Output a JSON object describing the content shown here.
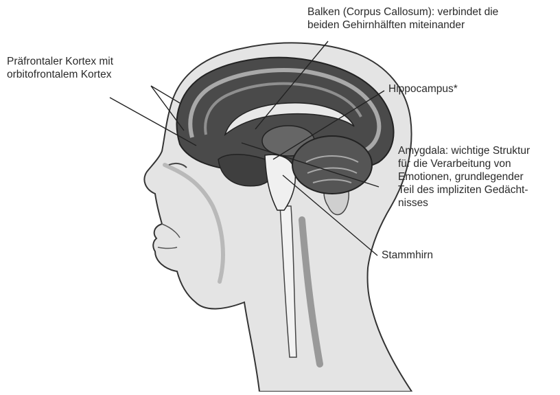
{
  "labels": {
    "prefrontal": [
      "Präfrontaler Kortex mit",
      "orbitofrontalem Kortex"
    ],
    "corpus_callosum": [
      "Balken (Corpus Callosum): verbindet die",
      "beiden Gehirnhälften miteinander"
    ],
    "hippocampus": [
      "Hippocampus*"
    ],
    "amygdala": [
      "Amygdala: wichtige Struktur",
      "für die Verarbeitung von",
      "Emotionen, grundlegender",
      "Teil des impliziten Gedächt-",
      "nisses"
    ],
    "brainstem": [
      "Stammhirn"
    ]
  },
  "colors": {
    "ink": "#2a2a2a",
    "brain_dark": "#3a3a3a",
    "gyri": "#8a8a8a",
    "skin": "#d9d9d9",
    "cerebellum": "#555555"
  }
}
